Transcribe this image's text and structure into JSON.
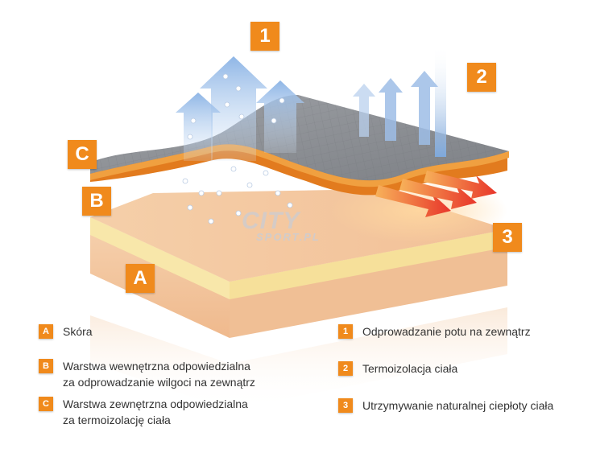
{
  "badges": {
    "one": "1",
    "two": "2",
    "three": "3",
    "a": "A",
    "b": "B",
    "c": "C"
  },
  "watermark": {
    "main": "CITY",
    "sub": "SPORT.PL"
  },
  "legend": {
    "left": [
      {
        "letter": "A",
        "lines": [
          "Skóra"
        ]
      },
      {
        "letter": "B",
        "lines": [
          "Warstwa wewnętrzna odpowiedzialna",
          "za odprowadzanie wilgoci na zewnątrz"
        ]
      },
      {
        "letter": "C",
        "lines": [
          "Warstwa zewnętrzna odpowiedzialna",
          "za termoizolację ciała"
        ]
      }
    ],
    "right": [
      {
        "number": "1",
        "lines": [
          "Odprowadzanie potu na zewnątrz"
        ]
      },
      {
        "number": "2",
        "lines": [
          "Termoizolacja ciała"
        ]
      },
      {
        "number": "3",
        "lines": [
          "Utrzymywanie naturalnej ciepłoty ciała"
        ]
      }
    ]
  },
  "colors": {
    "accent": "#f08a1c",
    "skin": "#f3c9a1",
    "fat_layer": "#f7e7a8",
    "outer_fabric": "#8e9196",
    "inner_fabric": "#e27b1e",
    "sweat_arrows": "#a9c6ea",
    "heat_arrows": "#e8352a"
  }
}
